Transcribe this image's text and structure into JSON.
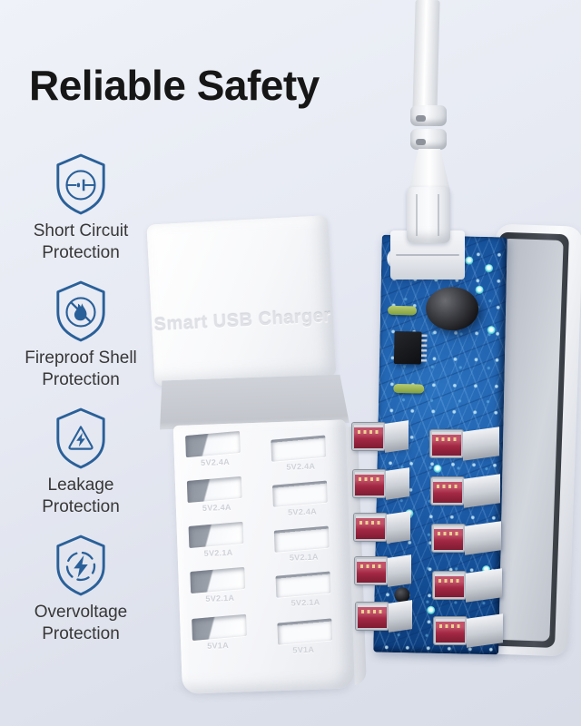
{
  "title": "Reliable Safety",
  "features": [
    {
      "line1": "Short Circuit",
      "line2": "Protection",
      "icon": "shield-short-circuit-icon"
    },
    {
      "line1": "Fireproof Shell",
      "line2": "Protection",
      "icon": "shield-no-fire-icon"
    },
    {
      "line1": "Leakage",
      "line2": "Protection",
      "icon": "shield-hazard-triangle-icon"
    },
    {
      "line1": "Overvoltage",
      "line2": "Protection",
      "icon": "shield-lightning-icon"
    }
  ],
  "charger": {
    "brand_text": "Smart USB Charger",
    "port_rows": [
      {
        "left": "5V2.4A",
        "right": "5V2.4A"
      },
      {
        "left": "5V2.4A",
        "right": "5V2.4A"
      },
      {
        "left": "5V2.1A",
        "right": "5V2.1A"
      },
      {
        "left": "5V2.1A",
        "right": "5V2.1A"
      },
      {
        "left": "5V1A",
        "right": "5V1A"
      }
    ]
  },
  "colors": {
    "background_top": "#eff2f8",
    "background_bottom": "#d8dce7",
    "title_text": "#161616",
    "feature_text": "#373737",
    "shield_stroke": "#2a6099",
    "charger_shell_white": "#f5f6f9",
    "slope_gray": "#c8cbd1",
    "engraved_text": "#dfe1e7",
    "pcb_blue": "#1c5aa6",
    "usb_port_red": "#a32844",
    "usb_pin_gold": "#ecd193",
    "cable_white": "#f4f6f9"
  }
}
